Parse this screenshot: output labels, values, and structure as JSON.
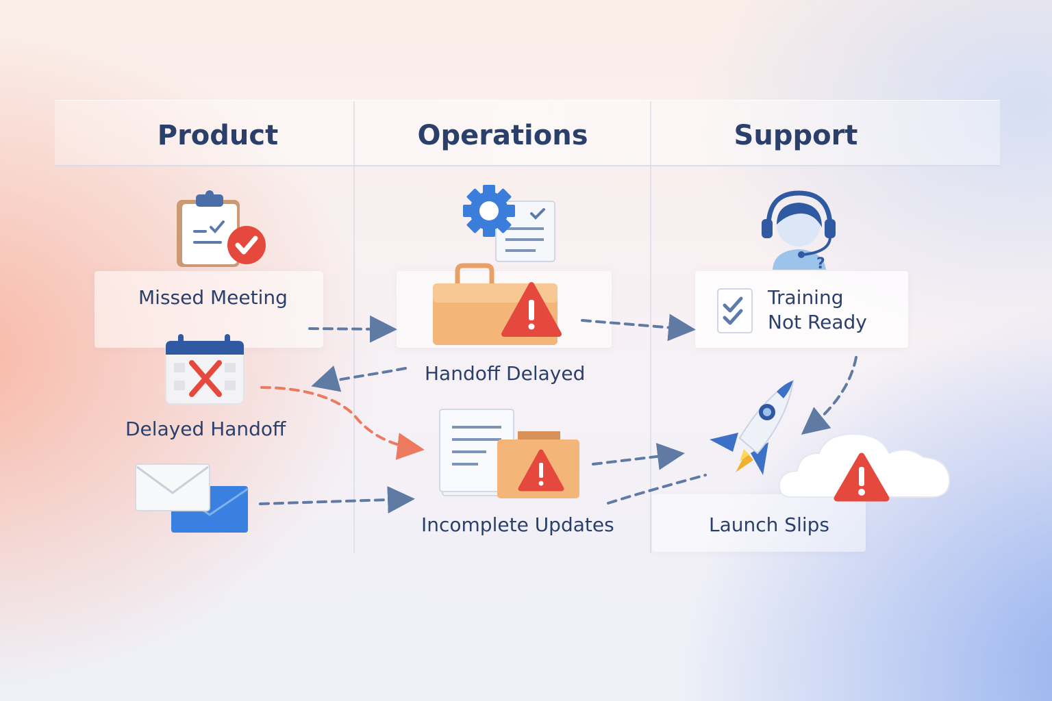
{
  "columns": {
    "product": "Product",
    "operations": "Operations",
    "support": "Support"
  },
  "nodes": {
    "missed_meeting": "Missed Meeting",
    "delayed_handoff": "Delayed Handoff",
    "handoff_delayed": "Handoff Delayed",
    "incomplete_updates": "Incomplete Updates",
    "training_line1": "Training",
    "training_line2": "Not Ready",
    "launch_slips": "Launch Slips"
  },
  "icons": {
    "missed_meeting": "clipboard-check-icon",
    "delayed_handoff": "calendar-cancel-icon",
    "email": "envelopes-icon",
    "operations_settings": "gear-document-icon",
    "handoff_delayed": "briefcase-warning-icon",
    "incomplete_updates": "documents-folder-warning-icon",
    "support_agent": "headset-agent-icon",
    "training": "checklist-icon",
    "launch": "rocket-icon",
    "launch_warning": "cloud-warning-icon"
  },
  "colors": {
    "title_text": "#2b3f6b",
    "blue_arrow": "#5f7aa3",
    "red_arrow": "#ec7a5e",
    "warning_red": "#e5483c",
    "folder_orange": "#f4b678",
    "accent_blue": "#3b7ddb"
  }
}
